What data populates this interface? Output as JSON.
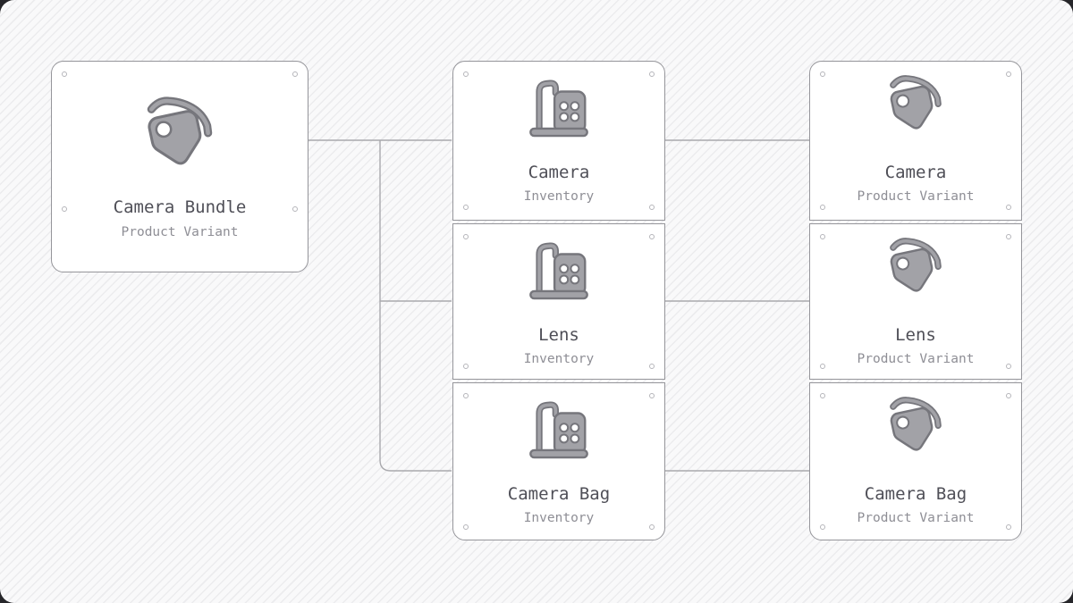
{
  "canvas": {
    "background": "#f9f9fa",
    "stripe_color": "#ececee",
    "outer_background": "#26262a"
  },
  "palette": {
    "card_background": "#ffffff",
    "card_border": "#95959a",
    "icon_fill": "#a2a2a7",
    "icon_outline": "#76767c",
    "title_color": "#4f4f57",
    "subtitle_color": "#8e8e95",
    "wire_color": "#a9a9ad",
    "connector_dot_color": "#b5b5ba"
  },
  "nodes": {
    "bundle": {
      "title": "Camera Bundle",
      "subtitle": "Product Variant",
      "icon": "tag-icon"
    },
    "inventory_column": [
      {
        "title": "Camera",
        "subtitle": "Inventory",
        "icon": "building-icon"
      },
      {
        "title": "Lens",
        "subtitle": "Inventory",
        "icon": "building-icon"
      },
      {
        "title": "Camera Bag",
        "subtitle": "Inventory",
        "icon": "building-icon"
      }
    ],
    "variant_column": [
      {
        "title": "Camera",
        "subtitle": "Product Variant",
        "icon": "tag-icon"
      },
      {
        "title": "Lens",
        "subtitle": "Product Variant",
        "icon": "tag-icon"
      },
      {
        "title": "Camera Bag",
        "subtitle": "Product Variant",
        "icon": "tag-icon"
      }
    ]
  },
  "edges": [
    {
      "from": "Camera Bundle",
      "to": "Camera Inventory"
    },
    {
      "from": "Camera Bundle",
      "to": "Lens Inventory"
    },
    {
      "from": "Camera Bundle",
      "to": "Camera Bag Inventory"
    },
    {
      "from": "Camera Inventory",
      "to": "Camera Product Variant"
    },
    {
      "from": "Lens Inventory",
      "to": "Lens Product Variant"
    },
    {
      "from": "Camera Bag Inventory",
      "to": "Camera Bag Product Variant"
    }
  ]
}
